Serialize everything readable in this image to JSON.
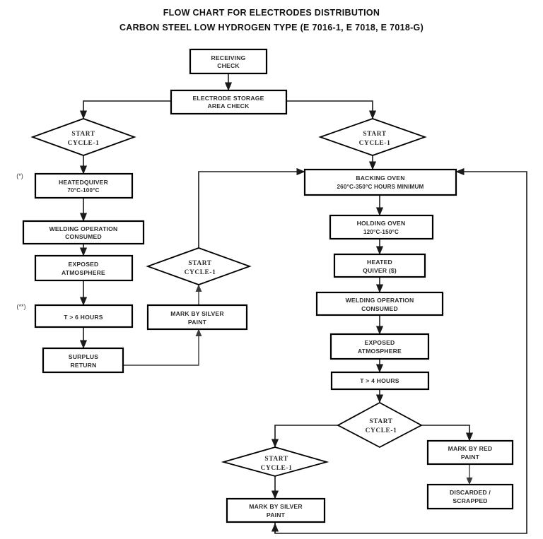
{
  "title": {
    "line1": "FLOW CHART FOR  ELECTRODES DISTRIBUTION",
    "line2": "CARBON STEEL LOW HYDROGEN TYPE (E 7016-1, E 7018, E 7018-G)"
  },
  "colors": {
    "background": "#ffffff",
    "node_stroke": "#000000",
    "node_fill": "#ffffff",
    "connector": "#1a1a1a",
    "text": "#2b2b2b"
  },
  "markers": [
    {
      "id": "marker-single-asterisk",
      "label": "(*)"
    },
    {
      "id": "marker-double-asterisk",
      "label": "(**)"
    }
  ],
  "nodes": {
    "receiving_check": {
      "type": "process",
      "line1": "RECEIVING",
      "line2": "CHECK"
    },
    "electrode_storage_area_check": {
      "type": "process",
      "line1": "ELECTRODE STORAGE",
      "line2": "AREA CHECK"
    },
    "start_cycle_left": {
      "type": "decision",
      "line1": "START",
      "line2": "CYCLE-1"
    },
    "start_cycle_right": {
      "type": "decision",
      "line1": "START",
      "line2": "CYCLE-1"
    },
    "start_cycle_middle": {
      "type": "decision",
      "line1": "START",
      "line2": "CYCLE-1"
    },
    "start_cycle_bottom_right": {
      "type": "decision",
      "line1": "START",
      "line2": "CYCLE-1"
    },
    "start_cycle_bottom_left": {
      "type": "decision",
      "line1": "START",
      "line2": "CYCLE-1"
    },
    "heated_quiver_left": {
      "type": "process",
      "line1": "HEATEDQUIVER",
      "line2": "70°C-100°C"
    },
    "welding_operation_left": {
      "type": "process",
      "line1": "WELDING OPERATION",
      "line2": "CONSUMED"
    },
    "exposed_atmosphere_left": {
      "type": "process",
      "line1": "EXPOSED",
      "line2": "ATMOSPHERE"
    },
    "t_gt_6_hours": {
      "type": "process",
      "line1": "T > 6 HOURS",
      "line2": ""
    },
    "surplus_return": {
      "type": "process",
      "line1": "SURPLUS",
      "line2": "RETURN"
    },
    "mark_by_silver_paint_middle": {
      "type": "process",
      "line1": "MARK BY SILVER",
      "line2": "PAINT"
    },
    "backing_oven": {
      "type": "process",
      "line1": "BACKING OVEN",
      "line2": "260°C-350°C HOURS MINIMUM"
    },
    "holding_oven": {
      "type": "process",
      "line1": "HOLDING OVEN",
      "line2": "120°C-150°C"
    },
    "heated_quiver_right": {
      "type": "process",
      "line1": "HEATED",
      "line2": "QUIVER ($)"
    },
    "welding_operation_right": {
      "type": "process",
      "line1": "WELDING OPERATION",
      "line2": "CONSUMED"
    },
    "exposed_atmosphere_right": {
      "type": "process",
      "line1": "EXPOSED",
      "line2": "ATMOSPHERE"
    },
    "t_gt_4_hours": {
      "type": "process",
      "line1": "T > 4 HOURS",
      "line2": ""
    },
    "mark_by_red_paint": {
      "type": "process",
      "line1": "MARK BY RED",
      "line2": "PAINT"
    },
    "discarded_scrapped": {
      "type": "process",
      "line1": "DISCARDED /",
      "line2": "SCRAPPED"
    },
    "mark_by_silver_paint_bottom": {
      "type": "process",
      "line1": "MARK BY SILVER",
      "line2": "PAINT"
    }
  },
  "edges": [
    {
      "from": "receiving_check",
      "to": "electrode_storage_area_check"
    },
    {
      "from": "electrode_storage_area_check",
      "to": "start_cycle_left"
    },
    {
      "from": "electrode_storage_area_check",
      "to": "start_cycle_right"
    },
    {
      "from": "start_cycle_left",
      "to": "heated_quiver_left"
    },
    {
      "from": "heated_quiver_left",
      "to": "welding_operation_left"
    },
    {
      "from": "welding_operation_left",
      "to": "exposed_atmosphere_left"
    },
    {
      "from": "exposed_atmosphere_left",
      "to": "t_gt_6_hours"
    },
    {
      "from": "t_gt_6_hours",
      "to": "surplus_return"
    },
    {
      "from": "surplus_return",
      "to": "mark_by_silver_paint_middle"
    },
    {
      "from": "mark_by_silver_paint_middle",
      "to": "start_cycle_middle"
    },
    {
      "from": "start_cycle_middle",
      "to": "backing_oven"
    },
    {
      "from": "start_cycle_right",
      "to": "backing_oven"
    },
    {
      "from": "backing_oven",
      "to": "holding_oven"
    },
    {
      "from": "holding_oven",
      "to": "heated_quiver_right"
    },
    {
      "from": "heated_quiver_right",
      "to": "welding_operation_right"
    },
    {
      "from": "welding_operation_right",
      "to": "exposed_atmosphere_right"
    },
    {
      "from": "exposed_atmosphere_right",
      "to": "t_gt_4_hours"
    },
    {
      "from": "t_gt_4_hours",
      "to": "start_cycle_bottom_right"
    },
    {
      "from": "start_cycle_bottom_right",
      "to": "start_cycle_bottom_left"
    },
    {
      "from": "start_cycle_bottom_right",
      "to": "mark_by_red_paint"
    },
    {
      "from": "mark_by_red_paint",
      "to": "discarded_scrapped"
    },
    {
      "from": "start_cycle_bottom_left",
      "to": "mark_by_silver_paint_bottom"
    },
    {
      "from": "mark_by_silver_paint_bottom",
      "to": "backing_oven"
    }
  ]
}
